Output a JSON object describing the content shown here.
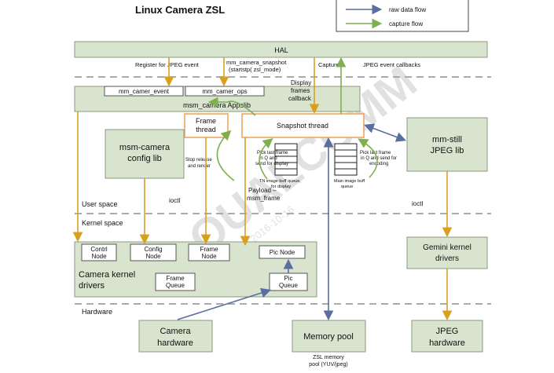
{
  "title": "Linux Camera ZSL",
  "legend": {
    "raw": "raw data flow",
    "capture": "capture flow"
  },
  "hal": "HAL",
  "notes": {
    "register_jpeg": "Register for JPEG event",
    "snapshot_call_1": "mm_camera_snapshot",
    "snapshot_call_2": "(startstp( zsl_mode)",
    "capture": "Capture",
    "jpeg_callbacks": "JPEG event callbacks",
    "display_cb_1": "Display",
    "display_cb_2": "frames",
    "display_cb_3": "callback",
    "stop_release_1": "Stop release",
    "stop_release_2": "and render",
    "pick_display_1": "Pick last frame",
    "pick_display_2": "in Q and",
    "pick_display_3": "send for display",
    "pick_encode_1": "Pick last frame",
    "pick_encode_2": "in Q and send for",
    "pick_encode_3": "encoding",
    "tn_buf_1": "TN image buff queue,",
    "tn_buf_2": "for display",
    "main_buf_1": "Main image buff",
    "main_buf_2": "queue",
    "payload_1": "Payload –",
    "payload_2": "msm_frame",
    "ioctl_left": "ioctl",
    "ioctl_right": "ioctl",
    "zsl_pool_1": "ZSL memory",
    "zsl_pool_2": "pool (YUV/jpeg)"
  },
  "layers": {
    "user": "User space",
    "kernel": "Kernel space",
    "hardware": "Hardware"
  },
  "appslib": {
    "label": "msm_camera Appslib",
    "event": "mm_camer_event",
    "ops": "mm_camer_ops"
  },
  "frame_thread": {
    "l1": "Frame",
    "l2": "thread"
  },
  "snapshot_thread": "Snapshot thread",
  "config_lib": {
    "l1": "msm-camera",
    "l2": "config lib"
  },
  "still_lib": {
    "l1": "mm-still",
    "l2": "JPEG lib"
  },
  "kernel_drivers": {
    "l1": "Camera kernel",
    "l2": "drivers",
    "control": {
      "l1": "Contrl",
      "l2": "Node"
    },
    "config": {
      "l1": "Config",
      "l2": "Node"
    },
    "frame": {
      "l1": "Frame",
      "l2": "Node"
    },
    "pic": "Pic Node",
    "frame_queue": {
      "l1": "Frame",
      "l2": "Queue"
    },
    "pic_queue": {
      "l1": "Pic",
      "l2": "Queue"
    }
  },
  "gemini": {
    "l1": "Gemini kernel",
    "l2": "drivers"
  },
  "camera_hw": {
    "l1": "Camera",
    "l2": "hardware"
  },
  "memory_pool": "Memory pool",
  "jpeg_hw": {
    "l1": "JPEG",
    "l2": "hardware"
  },
  "watermark": {
    "brand": "QUALCOMM",
    "date": "2016-10-16"
  },
  "colors": {
    "raw": "#5a6fa0",
    "capture": "#7fb050",
    "control": "#d8a020",
    "box": "#d9e4cf",
    "thread_border": "#f0a050"
  }
}
